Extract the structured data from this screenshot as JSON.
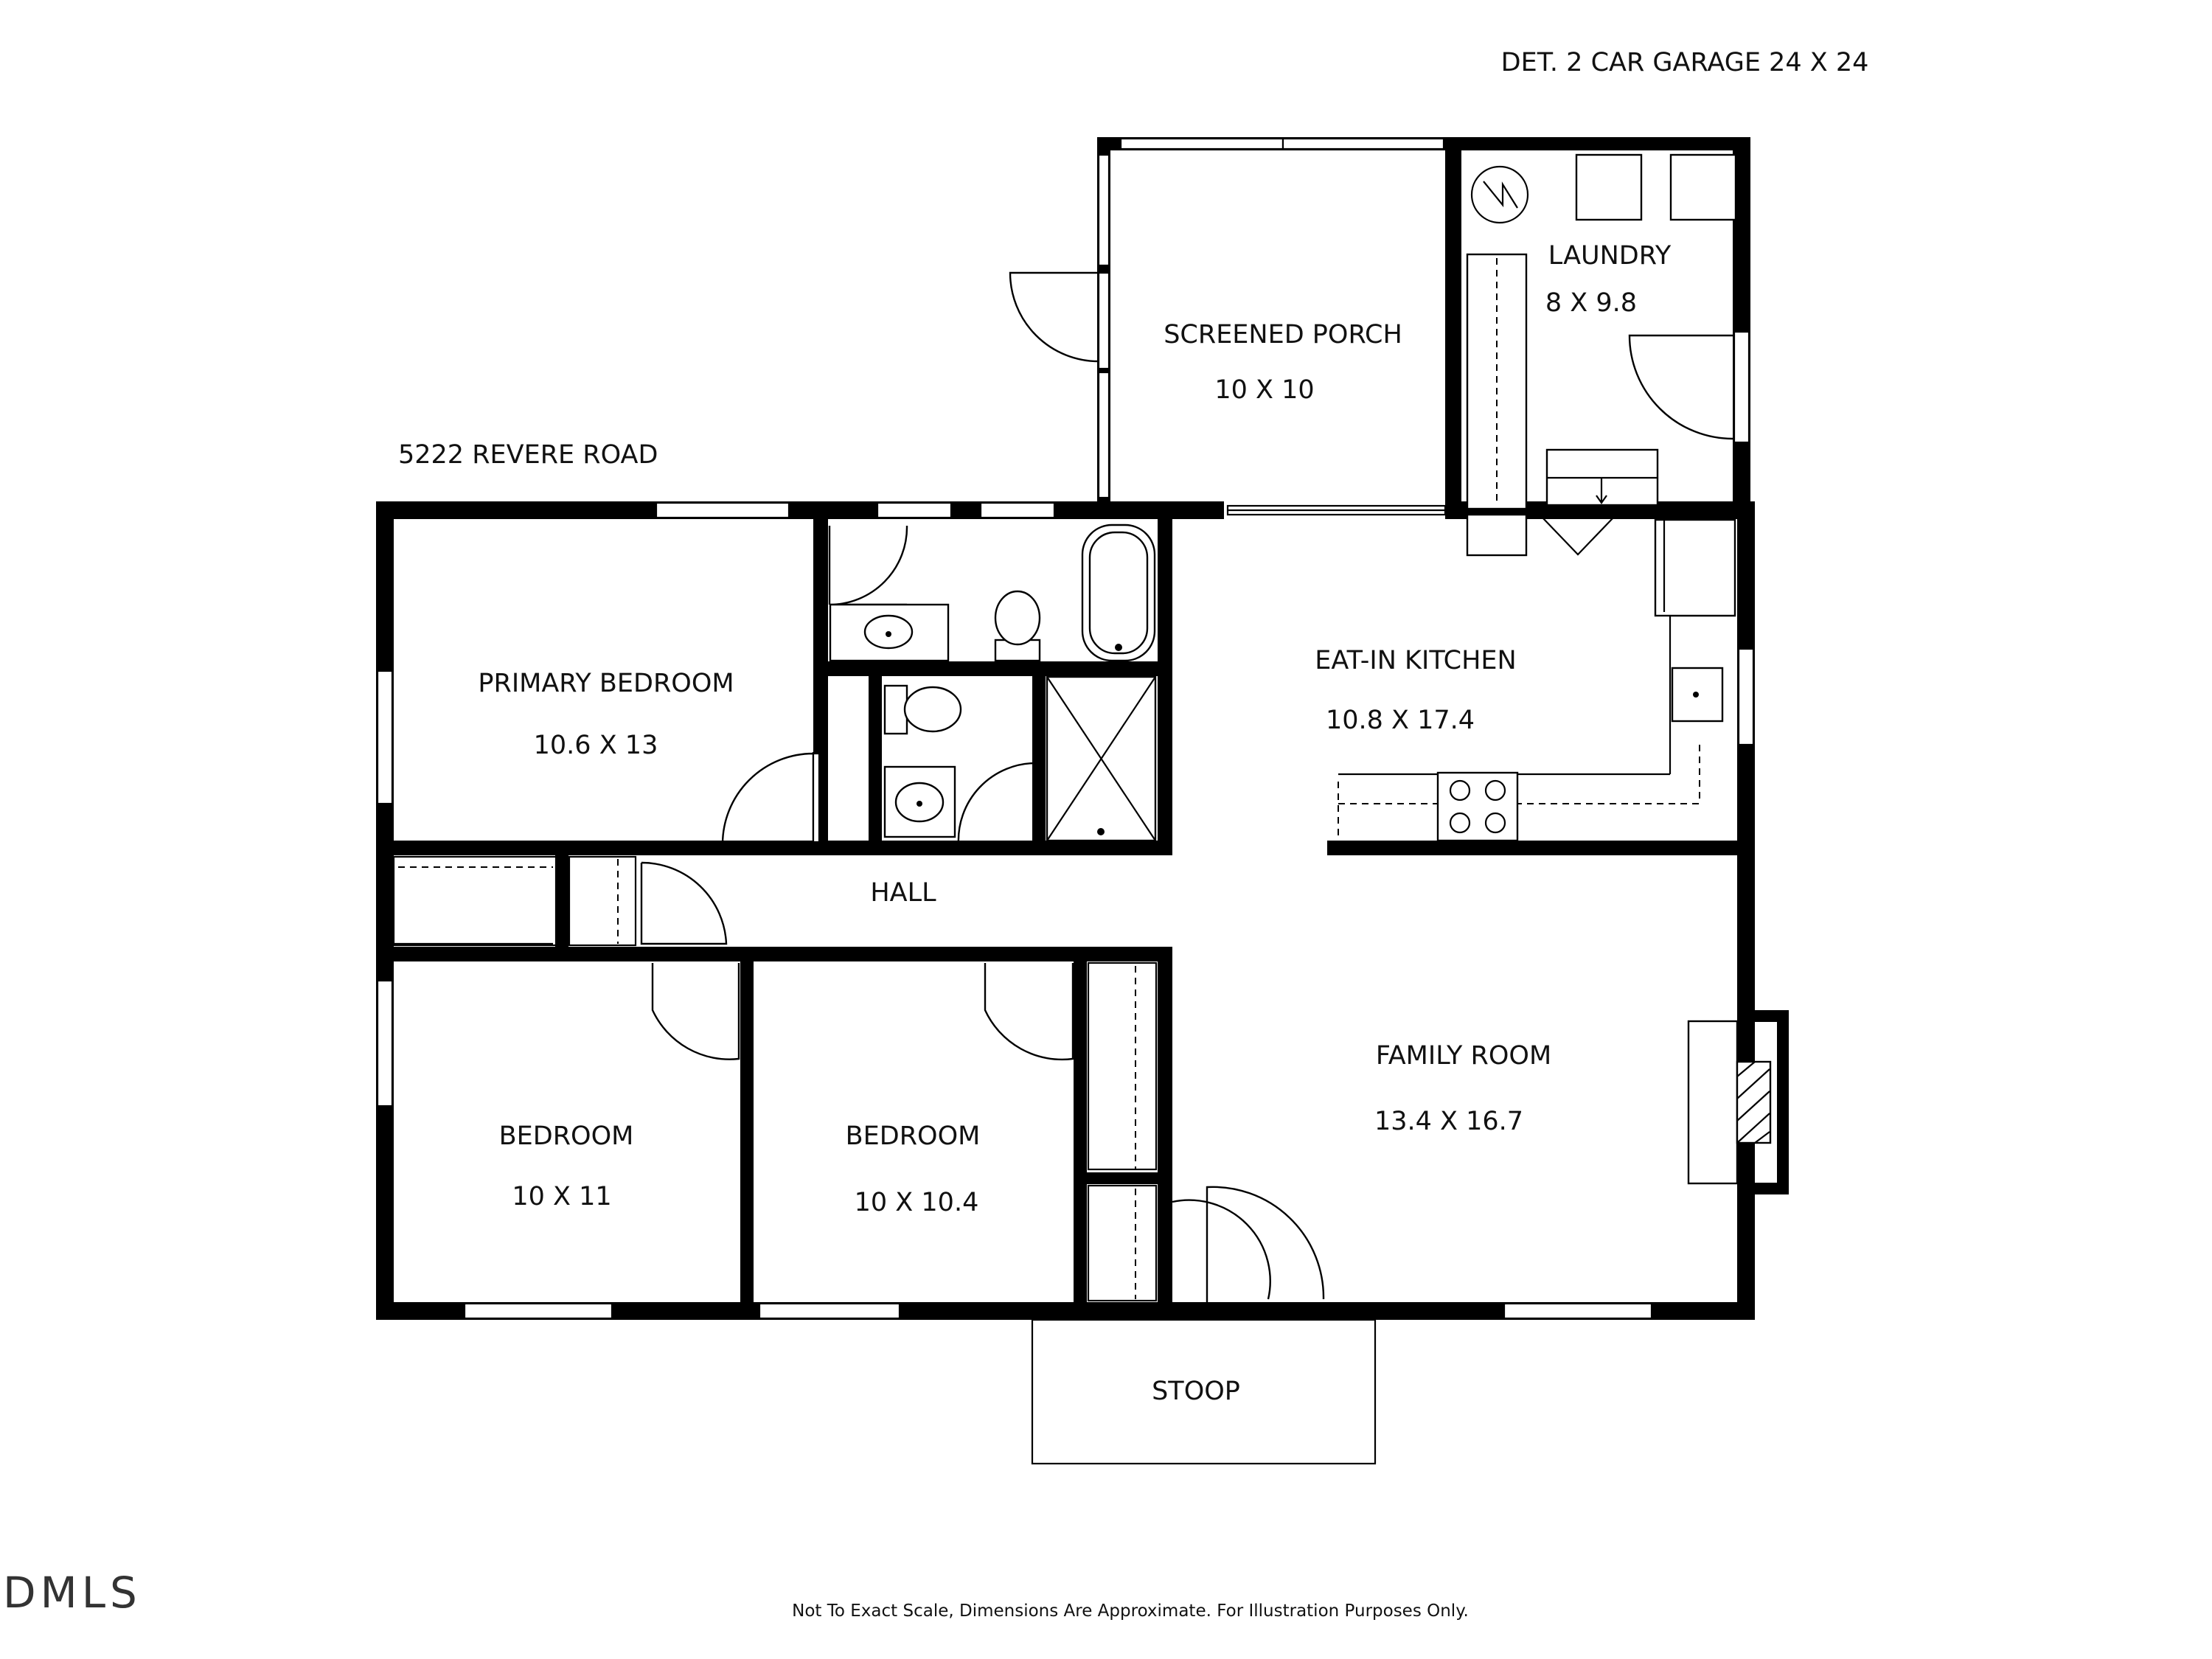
{
  "header": {
    "garage_note": "DET. 2 CAR GARAGE 24 X 24",
    "address": "5222 REVERE ROAD"
  },
  "rooms": {
    "screened_porch": {
      "name": "SCREENED PORCH",
      "size": "10 X 10"
    },
    "laundry": {
      "name": "LAUNDRY",
      "size": "8 X 9.8"
    },
    "primary_bedroom": {
      "name": "PRIMARY BEDROOM",
      "size": "10.6 X 13"
    },
    "kitchen": {
      "name": "EAT-IN KITCHEN",
      "size": "10.8 X 17.4"
    },
    "hall": {
      "name": "HALL"
    },
    "family_room": {
      "name": "FAMILY ROOM",
      "size": "13.4 X 16.7"
    },
    "bedroom_left": {
      "name": "BEDROOM",
      "size": "10 X 11"
    },
    "bedroom_mid": {
      "name": "BEDROOM",
      "size": "10 X 10.4"
    },
    "stoop": {
      "name": "STOOP"
    }
  },
  "footer": {
    "disclaimer": "Not To Exact Scale, Dimensions Are Approximate. For Illustration Purposes Only.",
    "logo": "DMLS"
  },
  "colors": {
    "wall": "#000000",
    "background": "#ffffff"
  }
}
